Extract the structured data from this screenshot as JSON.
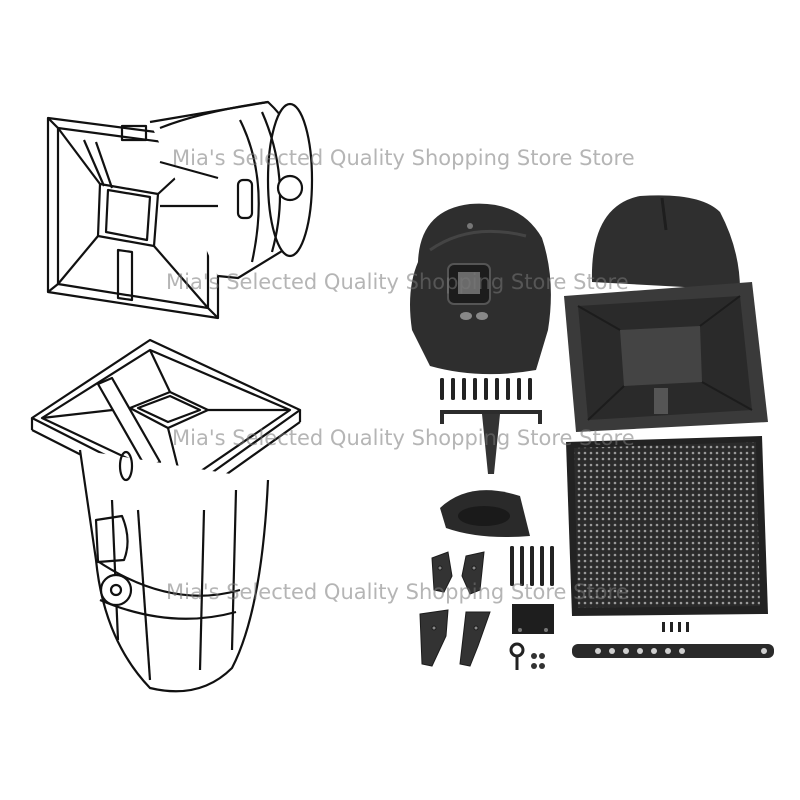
{
  "watermark": {
    "lines": [
      "Mia's Selected Quality Shopping Store Store",
      "Mia's Selected Quality Shopping Store Store",
      "Mia's Selected Quality Shopping Store Store",
      "Mia's Selected Quality Shopping Store Store"
    ]
  },
  "colors": {
    "line_art": "#111111",
    "part_dark": "#2a2a2a",
    "part_mid": "#3c3c3c",
    "part_light": "#555555",
    "background": "#ffffff"
  }
}
